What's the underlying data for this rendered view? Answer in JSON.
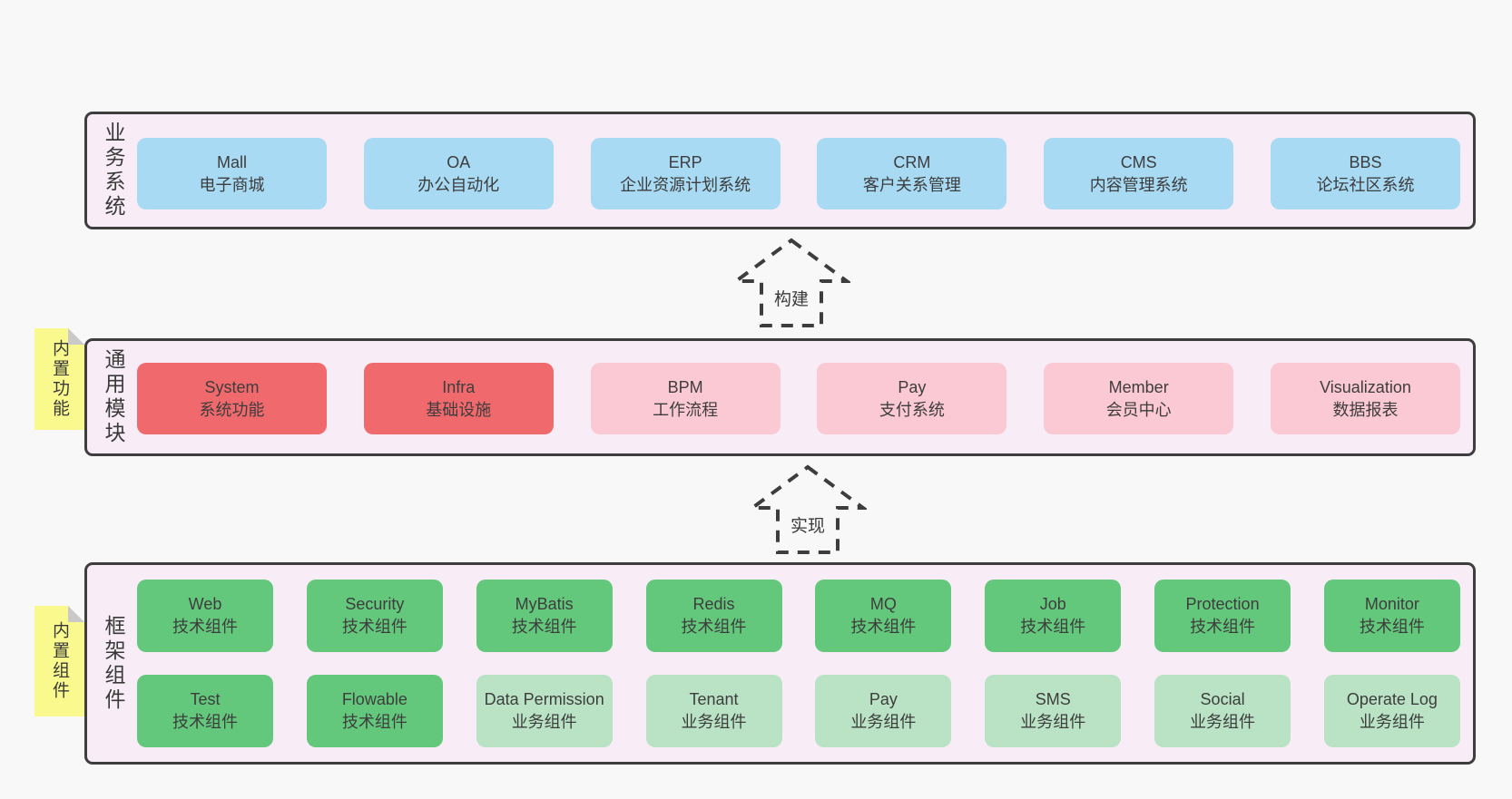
{
  "colors": {
    "page_bg": "#f8f8f8",
    "panel_bg": "#f8edf6",
    "panel_border": "#3e3e3e",
    "business_system_box": "#a9daf3",
    "core_module_box": "#f0696c",
    "extension_module_box": "#fbc9d4",
    "tech_component_box": "#64c87c",
    "biz_component_box": "#b9e3c4",
    "sticky_note": "#f9f98e",
    "text": "#3d3d3d"
  },
  "arrows": [
    {
      "label": "构建"
    },
    {
      "label": "实现"
    }
  ],
  "sections": [
    {
      "id": "business-systems",
      "label": "业务系统",
      "boxes": [
        {
          "name": "Mall",
          "desc": "电子商城",
          "variant": "blue"
        },
        {
          "name": "OA",
          "desc": "办公自动化",
          "variant": "blue"
        },
        {
          "name": "ERP",
          "desc": "企业资源计划系统",
          "variant": "blue"
        },
        {
          "name": "CRM",
          "desc": "客户关系管理",
          "variant": "blue"
        },
        {
          "name": "CMS",
          "desc": "内容管理系统",
          "variant": "blue"
        },
        {
          "name": "BBS",
          "desc": "论坛社区系统",
          "variant": "blue"
        }
      ]
    },
    {
      "id": "common-modules",
      "label": "通用模块",
      "sticky": "内置功能",
      "boxes": [
        {
          "name": "System",
          "desc": "系统功能",
          "variant": "red"
        },
        {
          "name": "Infra",
          "desc": "基础设施",
          "variant": "red"
        },
        {
          "name": "BPM",
          "desc": "工作流程",
          "variant": "pink"
        },
        {
          "name": "Pay",
          "desc": "支付系统",
          "variant": "pink"
        },
        {
          "name": "Member",
          "desc": "会员中心",
          "variant": "pink"
        },
        {
          "name": "Visualization",
          "desc": "数据报表",
          "variant": "pink"
        }
      ]
    },
    {
      "id": "framework-components",
      "label": "框架组件",
      "sticky": "内置组件",
      "rows": [
        [
          {
            "name": "Web",
            "desc": "技术组件",
            "variant": "green"
          },
          {
            "name": "Security",
            "desc": "技术组件",
            "variant": "green"
          },
          {
            "name": "MyBatis",
            "desc": "技术组件",
            "variant": "green"
          },
          {
            "name": "Redis",
            "desc": "技术组件",
            "variant": "green"
          },
          {
            "name": "MQ",
            "desc": "技术组件",
            "variant": "green"
          },
          {
            "name": "Job",
            "desc": "技术组件",
            "variant": "green"
          },
          {
            "name": "Protection",
            "desc": "技术组件",
            "variant": "green"
          },
          {
            "name": "Monitor",
            "desc": "技术组件",
            "variant": "green"
          }
        ],
        [
          {
            "name": "Test",
            "desc": "技术组件",
            "variant": "green"
          },
          {
            "name": "Flowable",
            "desc": "技术组件",
            "variant": "green"
          },
          {
            "name": "Data Permission",
            "desc": "业务组件",
            "variant": "lightgreen"
          },
          {
            "name": "Tenant",
            "desc": "业务组件",
            "variant": "lightgreen"
          },
          {
            "name": "Pay",
            "desc": "业务组件",
            "variant": "lightgreen"
          },
          {
            "name": "SMS",
            "desc": "业务组件",
            "variant": "lightgreen"
          },
          {
            "name": "Social",
            "desc": "业务组件",
            "variant": "lightgreen"
          },
          {
            "name": "Operate Log",
            "desc": "业务组件",
            "variant": "lightgreen"
          }
        ]
      ]
    }
  ]
}
